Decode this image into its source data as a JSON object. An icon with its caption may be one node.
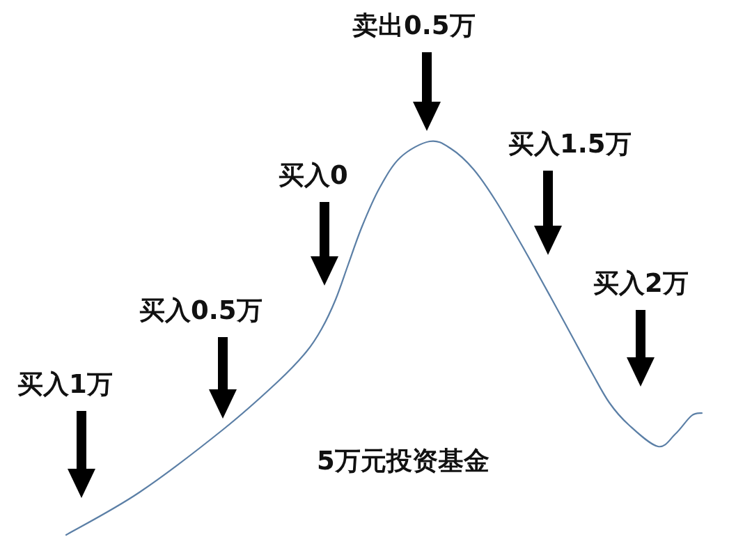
{
  "diagram": {
    "nodes": [
      {
        "text": [
          "买入1万"
        ]
      },
      {
        "text": [
          "买入0.5万"
        ]
      },
      {
        "text": [
          "买入0"
        ]
      },
      {
        "text": [
          "卖出0.5万"
        ]
      },
      {
        "text": [
          "买入1.5万"
        ]
      },
      {
        "text": [
          "买入2万"
        ]
      }
    ],
    "edges": [
      {
        "from": 0,
        "to": null,
        "arrow": "to"
      },
      {
        "from": 1,
        "to": null,
        "arrow": "to"
      },
      {
        "from": 2,
        "to": null,
        "arrow": "to"
      },
      {
        "from": 3,
        "to": null,
        "arrow": "to"
      },
      {
        "from": 4,
        "to": null,
        "arrow": "to"
      },
      {
        "from": 5,
        "to": null,
        "arrow": "to"
      }
    ],
    "labels": [
      "5万元投资基金"
    ]
  }
}
